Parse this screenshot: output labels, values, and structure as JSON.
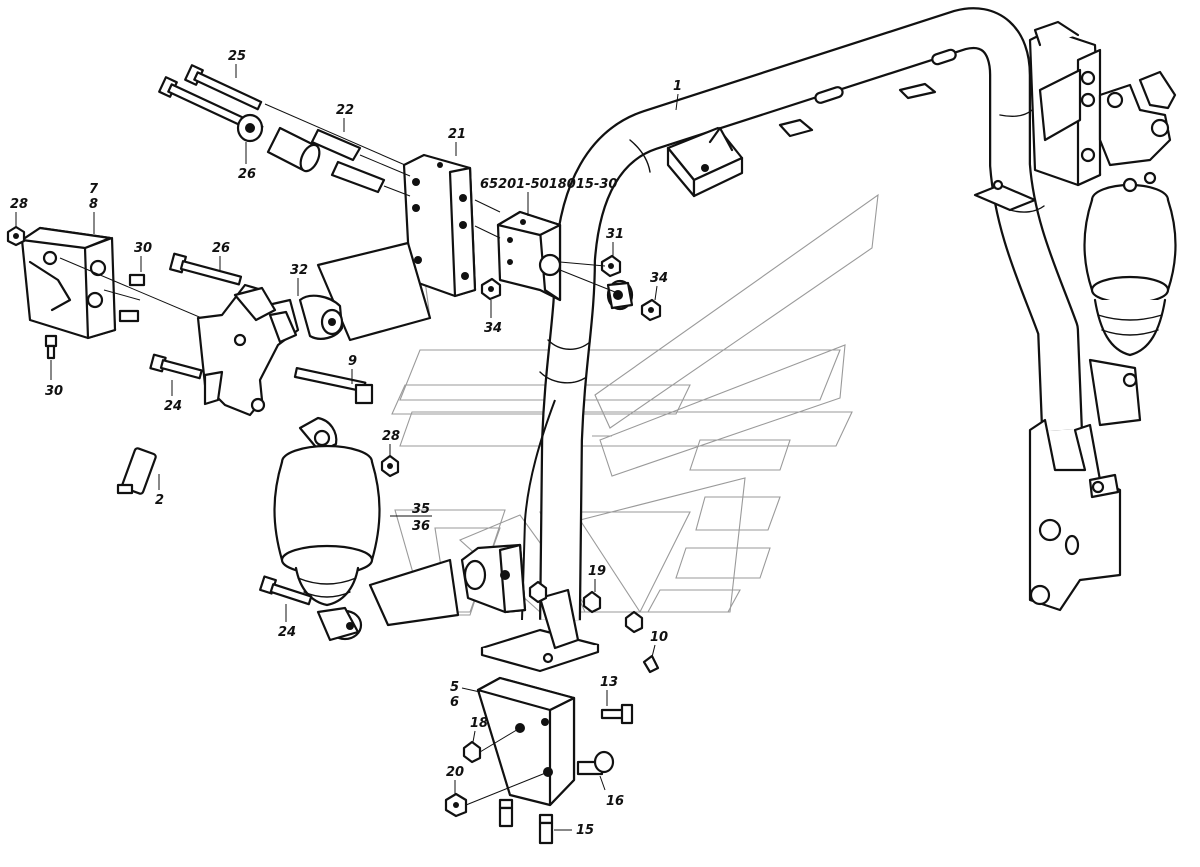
{
  "diagram": {
    "type": "exploded-parts-view",
    "callouts": [
      {
        "id": "1",
        "label": "1"
      },
      {
        "id": "2",
        "label": "2"
      },
      {
        "id": "5-6a",
        "label": "5"
      },
      {
        "id": "5-6b",
        "label": "6"
      },
      {
        "id": "7-8a",
        "label": "7"
      },
      {
        "id": "7-8b",
        "label": "8"
      },
      {
        "id": "9",
        "label": "9"
      },
      {
        "id": "10",
        "label": "10"
      },
      {
        "id": "13",
        "label": "13"
      },
      {
        "id": "15",
        "label": "15"
      },
      {
        "id": "16",
        "label": "16"
      },
      {
        "id": "18",
        "label": "18"
      },
      {
        "id": "19",
        "label": "19"
      },
      {
        "id": "20",
        "label": "20"
      },
      {
        "id": "21",
        "label": "21"
      },
      {
        "id": "22",
        "label": "22"
      },
      {
        "id": "24a",
        "label": "24"
      },
      {
        "id": "24b",
        "label": "24"
      },
      {
        "id": "25",
        "label": "25"
      },
      {
        "id": "26a",
        "label": "26"
      },
      {
        "id": "26b",
        "label": "26"
      },
      {
        "id": "28a",
        "label": "28"
      },
      {
        "id": "28b",
        "label": "28"
      },
      {
        "id": "30a",
        "label": "30"
      },
      {
        "id": "30b",
        "label": "30"
      },
      {
        "id": "31",
        "label": "31"
      },
      {
        "id": "32",
        "label": "32"
      },
      {
        "id": "34a",
        "label": "34"
      },
      {
        "id": "34b",
        "label": "34"
      },
      {
        "id": "35-36a",
        "label": "35"
      },
      {
        "id": "35-36b",
        "label": "36"
      },
      {
        "id": "assy",
        "label": "65201-5018015-30"
      }
    ],
    "colors": {
      "line": "#111111",
      "background": "#ffffff",
      "watermark": "#9a9a9a"
    }
  }
}
